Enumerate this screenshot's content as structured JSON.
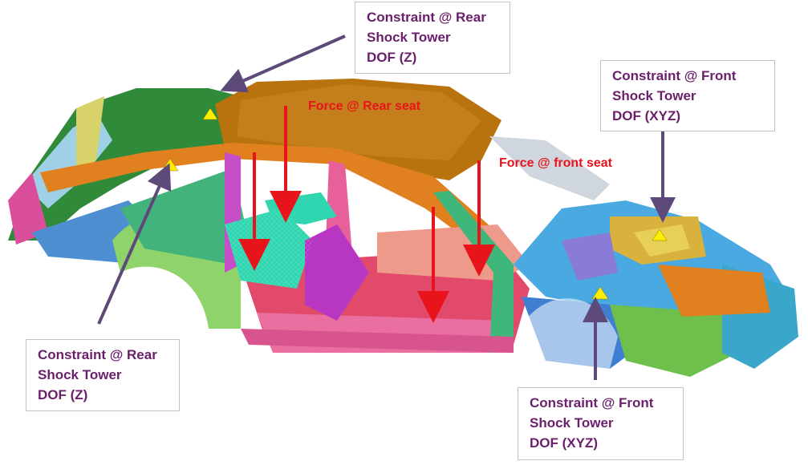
{
  "labels": {
    "top_rear": {
      "line1": "Constraint @ Rear",
      "line2": "Shock Tower",
      "line3": "DOF (Z)"
    },
    "top_front": {
      "line1": "Constraint @ Front",
      "line2": "Shock Tower",
      "line3": "DOF (XYZ)"
    },
    "bottom_rear": {
      "line1": "Constraint @ Rear",
      "line2": "Shock Tower",
      "line3": "DOF (Z)"
    },
    "bottom_front": {
      "line1": "Constraint @ Front",
      "line2": "Shock Tower",
      "line3": "DOF (XYZ)"
    }
  },
  "forces": {
    "rear_seat": "Force @ Rear seat",
    "front_seat": "Force @ front seat"
  },
  "colors": {
    "label_text": "#6b1f6b",
    "force_arrow": "#e8141b",
    "pointer_arrow": "#5e4a7a",
    "constraint_marker": "#ffee00"
  }
}
